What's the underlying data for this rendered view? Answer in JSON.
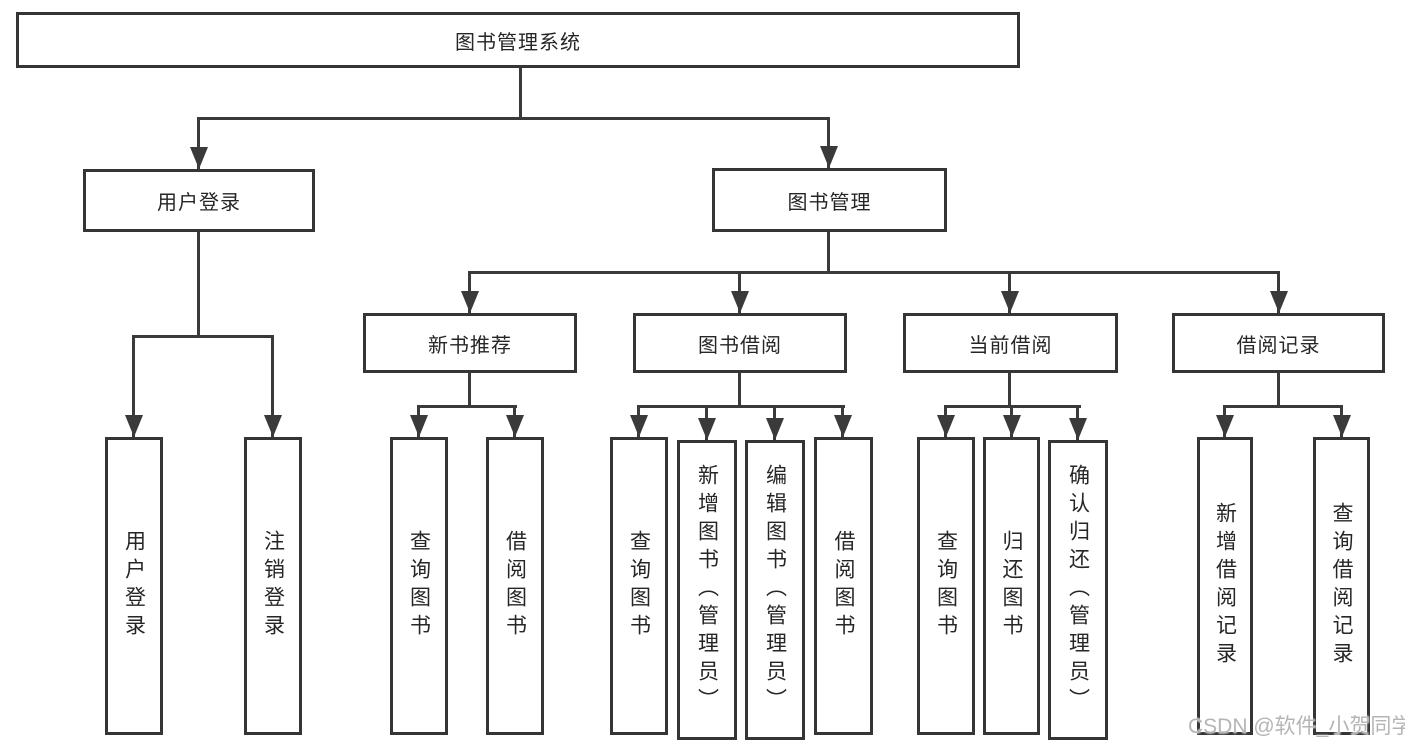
{
  "tree": {
    "label": "图书管理系统",
    "children": [
      {
        "label": "用户登录",
        "children": [
          {
            "label": "用户登录"
          },
          {
            "label": "注销登录"
          }
        ]
      },
      {
        "label": "图书管理",
        "children": [
          {
            "label": "新书推荐",
            "children": [
              {
                "label": "查询图书"
              },
              {
                "label": "借阅图书"
              }
            ]
          },
          {
            "label": "图书借阅",
            "children": [
              {
                "label": "查询图书"
              },
              {
                "label": "新增图书（管理员）"
              },
              {
                "label": "编辑图书（管理员）"
              },
              {
                "label": "借阅图书"
              }
            ]
          },
          {
            "label": "当前借阅",
            "children": [
              {
                "label": "查询图书"
              },
              {
                "label": "归还图书"
              },
              {
                "label": "确认归还（管理员）"
              }
            ]
          },
          {
            "label": "借阅记录",
            "children": [
              {
                "label": "新增借阅记录"
              },
              {
                "label": "查询借阅记录"
              }
            ]
          }
        ]
      }
    ]
  },
  "watermark": {
    "text": "CSDN @软件_小贺同学"
  },
  "colors": {
    "line": "#3a3a3a",
    "text": "#262626",
    "watermark": "#b5b5b5",
    "background": "#ffffff"
  }
}
